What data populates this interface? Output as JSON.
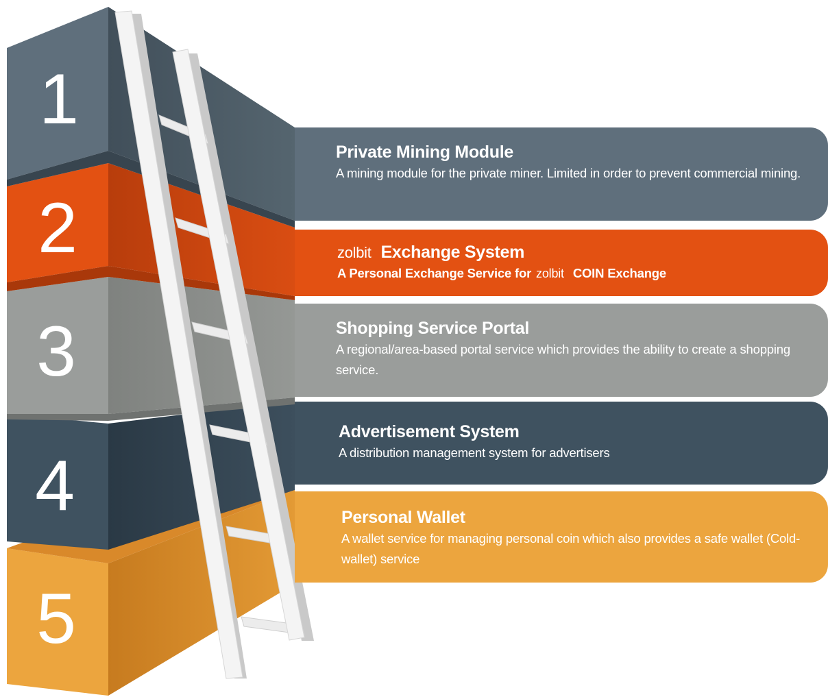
{
  "steps": [
    {
      "number": "1",
      "title": "Private Mining Module",
      "description": "A mining module for the private miner. Limited in order to prevent commercial mining."
    },
    {
      "number": "2",
      "title_brand": "zolbit",
      "title": "Exchange System",
      "description_prefix": "A Personal Exchange Service for",
      "description_brand": "zolbit",
      "description_suffix": "COIN Exchange"
    },
    {
      "number": "3",
      "title": "Shopping Service Portal",
      "description": "A regional/area-based portal service which provides the ability to create a shopping service."
    },
    {
      "number": "4",
      "title": "Advertisement System",
      "description": "A distribution management system for advertisers"
    },
    {
      "number": "5",
      "title": "Personal Wallet",
      "description": "A wallet service for managing personal coin which also provides a safe wallet (Cold-wallet) service"
    }
  ],
  "colors": {
    "step1": "#5f6f7c",
    "step2": "#e35112",
    "step3": "#9a9d9b",
    "step4": "#3f5260",
    "step5": "#eca53e",
    "ladder": "#f2f2f2"
  }
}
